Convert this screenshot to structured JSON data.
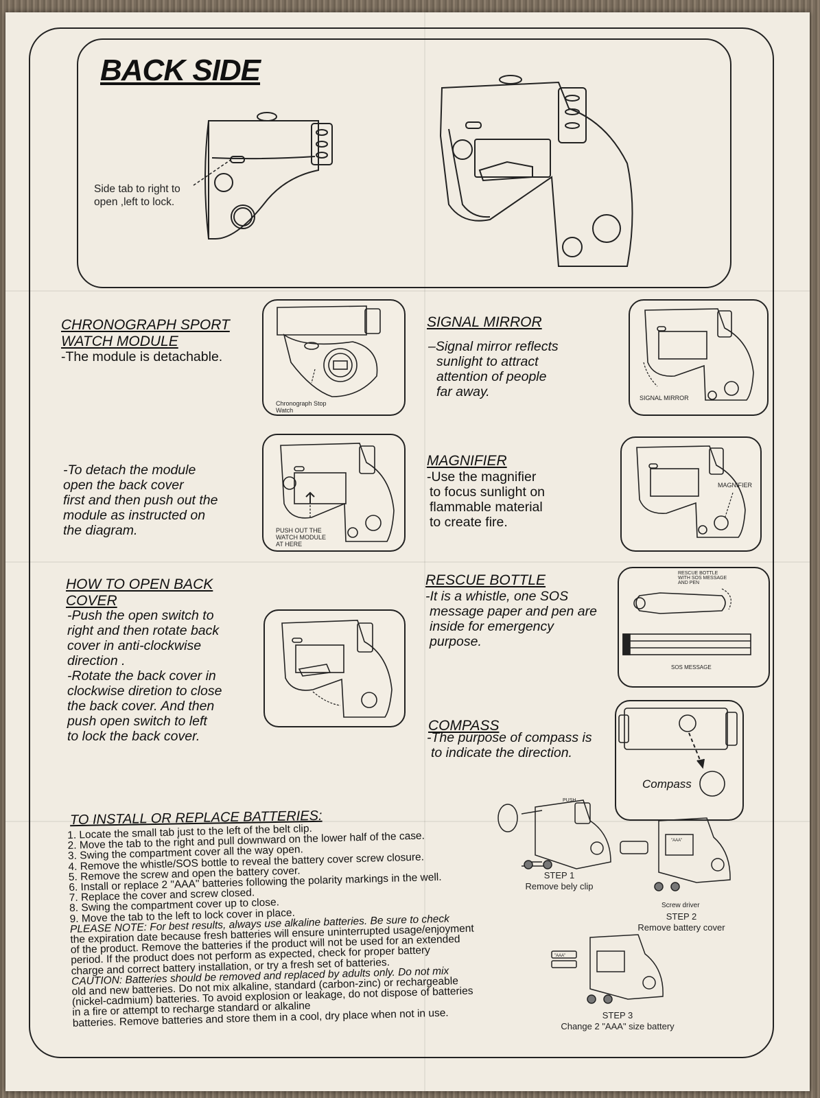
{
  "back_side": {
    "title": "BACK SIDE",
    "side_tab_lines": [
      "Side tab to right to",
      "open ,left to lock."
    ]
  },
  "chronograph": {
    "heading_lines": [
      "CHRONOGRAPH SPORT",
      "WATCH MODULE"
    ],
    "text": "-The module is detachable.",
    "caption_lines": [
      "Chronograph Stop",
      "Watch"
    ]
  },
  "detach": {
    "text_lines": [
      "-To detach the module",
      "open the back cover",
      "first and then push out the",
      "module as instructed on",
      "the diagram."
    ],
    "caption_lines": [
      "PUSH OUT THE",
      "WATCH MODULE",
      "AT HERE"
    ]
  },
  "open_cover": {
    "heading_lines": [
      "HOW TO OPEN BACK",
      "COVER"
    ],
    "text_lines": [
      "-Push the open switch to",
      "right and then rotate back",
      "cover in anti-clockwise",
      "direction .",
      "-Rotate the back cover in",
      "clockwise diretion to close",
      "the back cover.  And then",
      "push open switch to left",
      "to lock the back cover."
    ]
  },
  "signal_mirror": {
    "heading": "SIGNAL MIRROR",
    "text_lines": [
      "–Signal mirror reflects",
      "sunlight to attract",
      "attention of people",
      "far away."
    ],
    "caption": "SIGNAL MIRROR"
  },
  "magnifier": {
    "heading": "MAGNIFIER",
    "text_lines": [
      "-Use the magnifier",
      "to focus sunlight on",
      "flammable material",
      "to create fire."
    ],
    "caption": "MAGNIFIER"
  },
  "rescue_bottle": {
    "heading": "RESCUE BOTTLE",
    "text_lines": [
      "-It is a whistle, one SOS",
      "message paper and pen are",
      "inside for emergency",
      "purpose."
    ],
    "caption_lines": [
      "RESCUE BOTTLE",
      "WITH SOS MESSAGE",
      "AND PEN"
    ],
    "sos_caption": "SOS MESSAGE"
  },
  "compass": {
    "heading": "COMPASS",
    "text_lines": [
      "-The purpose of compass is",
      "to indicate the direction."
    ],
    "caption": "Compass"
  },
  "batteries": {
    "heading": "TO INSTALL OR REPLACE BATTERIES:",
    "lines": [
      "1. Locate the small tab just to the left of the belt clip.",
      "2. Move the tab to the right and pull downward on the lower half of the case.",
      "3. Swing the compartment cover all the way open.",
      "4. Remove the whistle/SOS bottle to reveal the battery cover screw closure.",
      "5. Remove the screw and open the battery cover.",
      "6. Install or replace 2 \"AAA\" batteries following the polarity markings in the well.",
      "7. Replace the cover and screw closed.",
      "8. Swing the compartment cover up to close.",
      "9. Move the tab to the left to lock cover in place.",
      "PLEASE NOTE: For best results, always use alkaline batteries. Be sure to check",
      "the expiration date because fresh batteries will ensure uninterrupted usage/enjoyment",
      "of the product. Remove the batteries if the product will not be used for an extended",
      "period. If the product does not perform as expected, check for proper battery",
      "charge and correct battery installation, or try a fresh set of batteries.",
      "CAUTION: Batteries should be removed and replaced by adults only. Do not mix",
      "old and new batteries. Do not mix alkaline, standard (carbon-zinc) or rechargeable",
      "(nickel-cadmium) batteries. To avoid explosion or leakage, do not dispose of batteries",
      "in a fire or attempt to recharge standard or alkaline",
      "batteries. Remove batteries and store them in a cool, dry place when not in use."
    ],
    "step1": [
      "STEP 1",
      "Remove bely clip"
    ],
    "step2": [
      "Screw  driver",
      "STEP 2",
      "Remove battery cover"
    ],
    "step3": [
      "STEP 3",
      "Change 2 \"AAA\" size battery"
    ],
    "aaa": "\"AAA\"",
    "push": "PUSH"
  }
}
